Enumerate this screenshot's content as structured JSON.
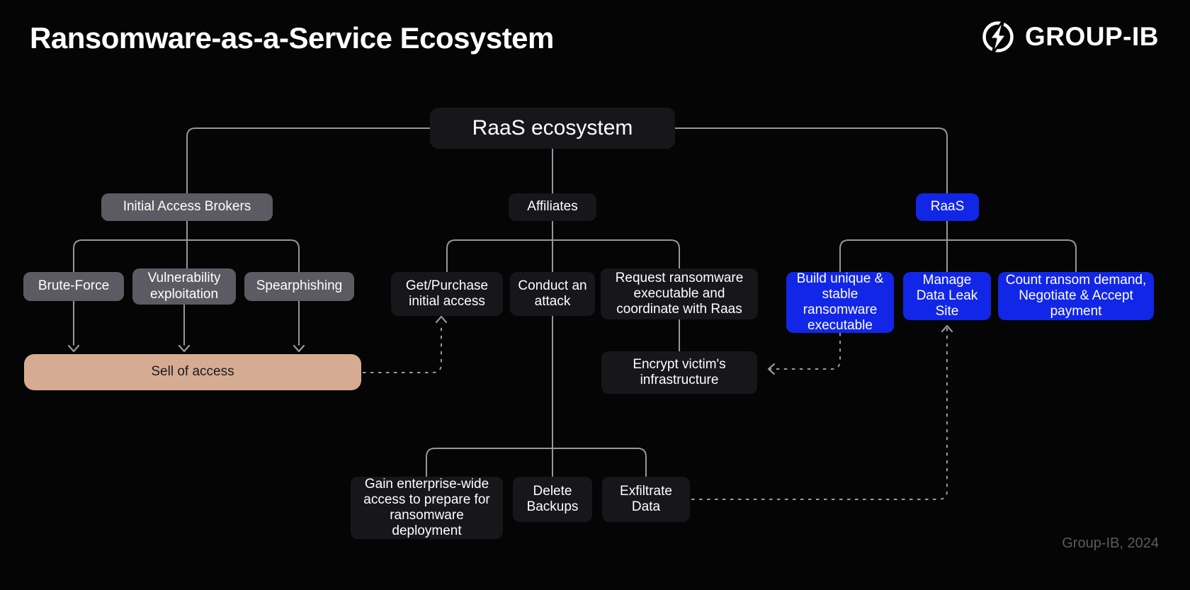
{
  "page": {
    "title": "Ransomware-as-a-Service Ecosystem",
    "brand": "GROUP-IB",
    "footer": "Group-IB, 2024"
  },
  "colors": {
    "background": "#050505",
    "dark_box": "#17171b",
    "gray_box": "#5c5b63",
    "blue_box": "#1226e8",
    "tan_box": "#d5ac92",
    "connector_line": "#96969c",
    "footer_text": "#5a5b62"
  },
  "nodes": {
    "root": "RaaS ecosystem",
    "initial_access_brokers": "Initial Access Brokers",
    "affiliates": "Affiliates",
    "raas": "RaaS",
    "brute_force": "Brute-Force",
    "vulnerability_exploitation": "Vulnerability exploitation",
    "spearphishing": "Spearphishing",
    "sell_of_access": "Sell of access",
    "get_purchase_initial_access": "Get/Purchase initial access",
    "conduct_an_attack": "Conduct an attack",
    "request_ransomware": "Request ransomware executable and coordinate with Raas",
    "encrypt_victims_infrastructure": "Encrypt victim's infrastructure",
    "build_unique_executable": "Build unique & stable ransomware executable",
    "manage_data_leak_site": "Manage Data Leak Site",
    "count_ransom_demand": "Count ransom demand, Negotiate & Accept payment",
    "gain_enterprise_access": "Gain enterprise-wide access to prepare for ransomware deployment",
    "delete_backups": "Delete Backups",
    "exfiltrate_data": "Exfiltrate Data"
  }
}
